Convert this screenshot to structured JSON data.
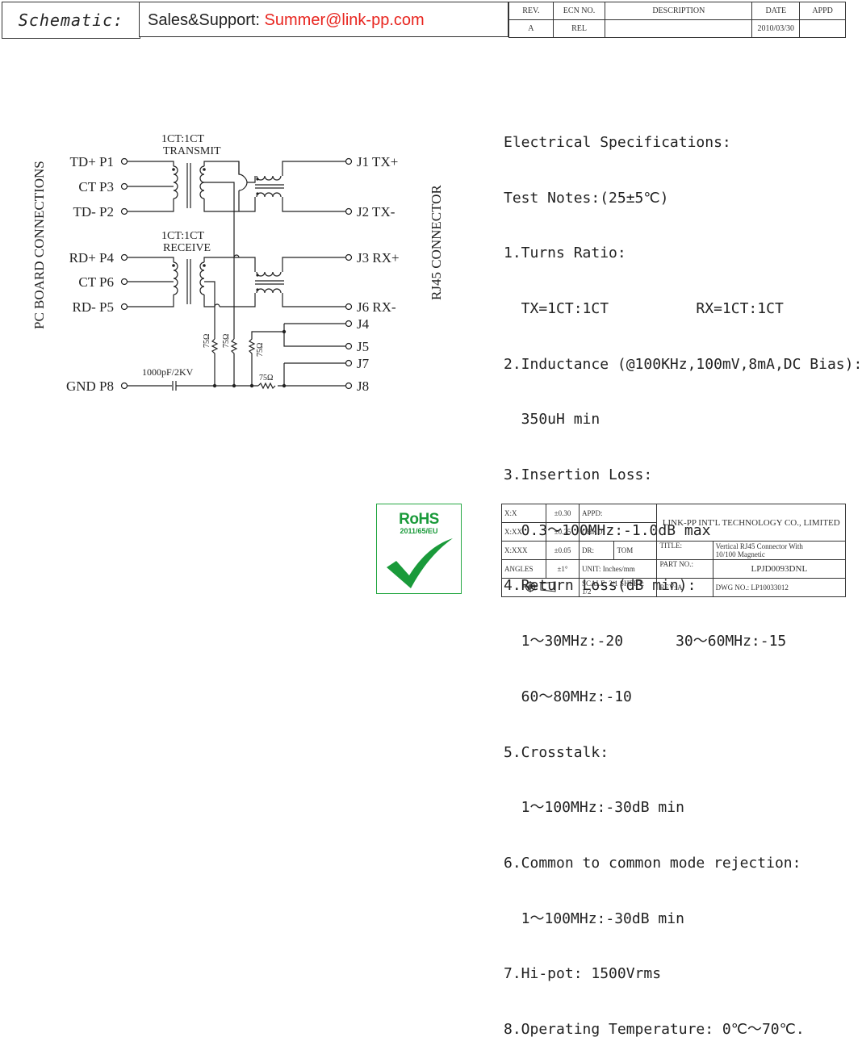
{
  "header": {
    "schematic_label": "Schematic:",
    "sales_label": "Sales&Support: ",
    "sales_email": "Summer@link-pp.com"
  },
  "revision_table": {
    "headers": [
      "REV.",
      "ECN NO.",
      "DESCRIPTION",
      "DATE",
      "APPD"
    ],
    "row": [
      "A",
      "REL",
      "",
      "2010/03/30",
      ""
    ]
  },
  "schematic": {
    "left_group_label": "PC BOARD CONNECTIONS",
    "right_group_label": "RJ45 CONNECTOR",
    "transmit_ratio": "1CT:1CT",
    "transmit_label": "TRANSMIT",
    "receive_ratio": "1CT:1CT",
    "receive_label": "RECEIVE",
    "pins_left": [
      "TD+ P1",
      "CT P3",
      "TD- P2",
      "RD+ P4",
      "CT P6",
      "RD- P5",
      "GND P8"
    ],
    "pins_right": [
      "J1 TX+",
      "J2 TX-",
      "J3 RX+",
      "J6 RX-",
      "J4",
      "J5",
      "J7",
      "J8"
    ],
    "capacitor_label": "1000pF/2KV",
    "resistor_label": "75Ω"
  },
  "specs": {
    "lines": [
      "Electrical Specifications:",
      "Test Notes:(25±5℃)",
      "1.Turns Ratio:",
      "  TX=1CT:1CT          RX=1CT:1CT",
      "2.Inductance (@100KHz,100mV,8mA,DC Bias):",
      "  350uH min",
      "3.Insertion Loss:",
      "  0.3～100MHz:-1.0dB max",
      "4.Return Loss(dB min):",
      "  1～30MHz:-20      30～60MHz:-15",
      "  60～80MHz:-10",
      "5.Crosstalk:",
      "  1～100MHz:-30dB min",
      "6.Common to common mode rejection:",
      "  1～100MHz:-30dB min",
      "7.Hi-pot: 1500Vrms",
      "8.Operating Temperature: 0℃～70℃."
    ]
  },
  "rohs": {
    "title": "RoHS",
    "subtitle": "2011/65/EU",
    "icon": "check-mark-icon",
    "color": "#1a9a3a"
  },
  "title_block": {
    "tol_xx_label": "X:X",
    "tol_xx": "±0.30",
    "tol_xxx_label": "X:XX",
    "tol_xxx": "±0.25",
    "tol_xxxx_label": "X:XXX",
    "tol_xxxx": "±0.05",
    "angles_label": "ANGLES",
    "angles": "±1°",
    "appd_label": "APPD:",
    "chkd_label": "CHKD:",
    "dr_label": "DR:",
    "dr_value": "TOM",
    "unit_label": "UNIT: Inches/mm",
    "company": "LINK-PP INT'L TECHNOLOGY CO., LIMITED",
    "title_label": "TITLE:",
    "title_value_1": "Vertical RJ45 Connector With",
    "title_value_2": "10/100 Magnetic",
    "part_label": "PART NO.:",
    "part_value": "LPJD0093DNL",
    "scale_label": "SCALE:",
    "scale_value": "2/1",
    "sheet_label": "SHEET:",
    "sheet_value": "1/2",
    "rev_label": "REV:",
    "rev_value": "A",
    "dwg_label": "DWG NO.:",
    "dwg_value": "LP10033012"
  }
}
